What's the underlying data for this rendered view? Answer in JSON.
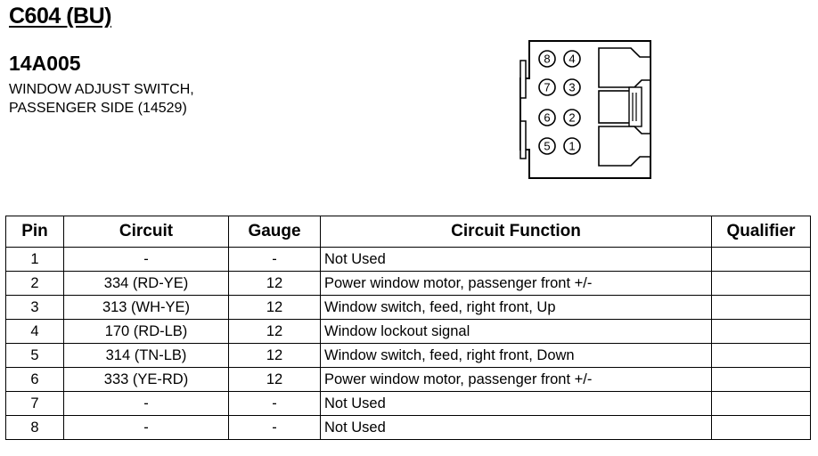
{
  "header": {
    "connector_id": "C604 (BU)",
    "part_number": "14A005",
    "description_line1": "WINDOW ADJUST SWITCH,",
    "description_line2": "PASSENGER SIDE (14529)"
  },
  "connector": {
    "pins_left": [
      "8",
      "7",
      "6",
      "5"
    ],
    "pins_right": [
      "4",
      "3",
      "2",
      "1"
    ]
  },
  "table": {
    "headers": {
      "pin": "Pin",
      "circuit": "Circuit",
      "gauge": "Gauge",
      "function": "Circuit Function",
      "qualifier": "Qualifier"
    },
    "rows": [
      {
        "pin": "1",
        "circuit": "-",
        "gauge": "-",
        "function": "Not Used",
        "qualifier": ""
      },
      {
        "pin": "2",
        "circuit": "334 (RD-YE)",
        "gauge": "12",
        "function": "Power window motor, passenger front +/-",
        "qualifier": ""
      },
      {
        "pin": "3",
        "circuit": "313 (WH-YE)",
        "gauge": "12",
        "function": "Window switch, feed, right front, Up",
        "qualifier": ""
      },
      {
        "pin": "4",
        "circuit": "170 (RD-LB)",
        "gauge": "12",
        "function": "Window lockout signal",
        "qualifier": ""
      },
      {
        "pin": "5",
        "circuit": "314 (TN-LB)",
        "gauge": "12",
        "function": "Window switch, feed, right front, Down",
        "qualifier": ""
      },
      {
        "pin": "6",
        "circuit": "333 (YE-RD)",
        "gauge": "12",
        "function": "Power window motor, passenger front +/-",
        "qualifier": ""
      },
      {
        "pin": "7",
        "circuit": "-",
        "gauge": "-",
        "function": "Not Used",
        "qualifier": ""
      },
      {
        "pin": "8",
        "circuit": "-",
        "gauge": "-",
        "function": "Not Used",
        "qualifier": ""
      }
    ]
  }
}
